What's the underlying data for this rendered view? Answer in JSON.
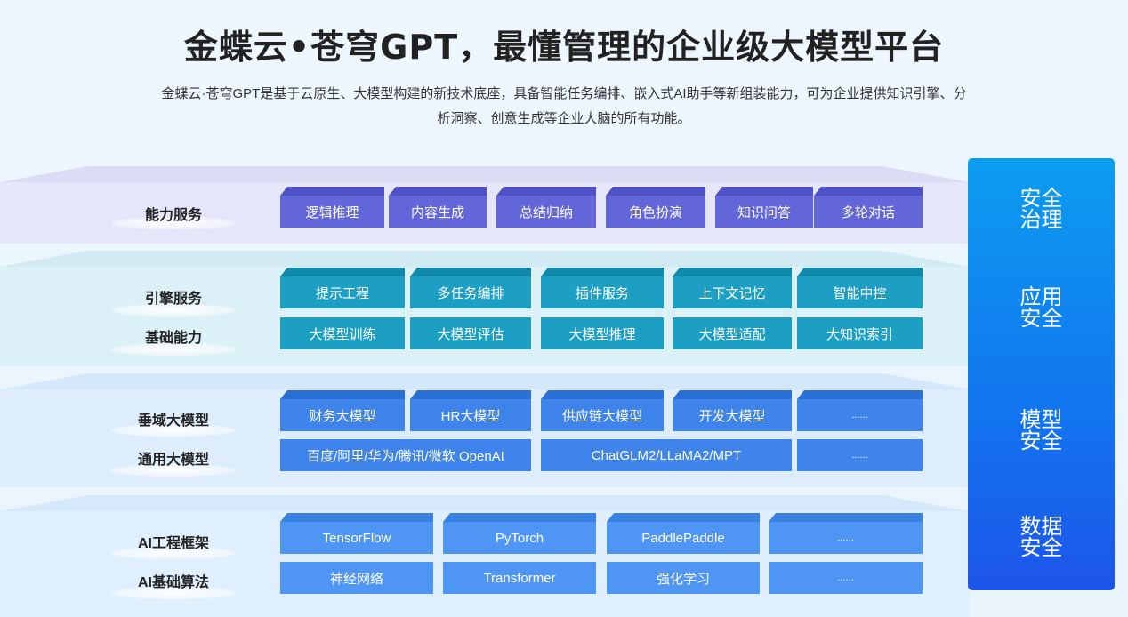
{
  "header": {
    "title": "金蝶云•苍穹GPT，最懂管理的企业级大模型平台",
    "subtitle_line1": "金蝶云·苍穹GPT是基于云原生、大模型构建的新技术底座，具备智能任务编排、嵌入式AI助手等新组装能力，可为企业提供知识引擎、分",
    "subtitle_line2": "析洞察、创意生成等企业大脑的所有功能。"
  },
  "layers": {
    "ability": {
      "label": "能力服务",
      "boxes": [
        "逻辑推理",
        "内容生成",
        "总结归纳",
        "角色扮演",
        "知识问答",
        "多轮对话"
      ]
    },
    "engine": {
      "label": "引擎服务",
      "boxes": [
        "提示工程",
        "多任务编排",
        "插件服务",
        "上下文记忆",
        "智能中控"
      ]
    },
    "base": {
      "label": "基础能力",
      "boxes": [
        "大模型训练",
        "大模型评估",
        "大模型推理",
        "大模型适配",
        "大知识索引"
      ]
    },
    "vertical": {
      "label": "垂域大模型",
      "boxes": [
        "财务大模型",
        "HR大模型",
        "供应链大模型",
        "开发大模型",
        "......"
      ]
    },
    "general": {
      "label": "通用大模型",
      "boxes": [
        "百度/阿里/华为/腾讯/微软 OpenAI",
        "ChatGLM2/LLaMA2/MPT",
        "......"
      ]
    },
    "framework": {
      "label": "AI工程框架",
      "boxes": [
        "TensorFlow",
        "PyTorch",
        "PaddlePaddle",
        "......"
      ]
    },
    "algorithm": {
      "label": "AI基础算法",
      "boxes": [
        "神经网络",
        "Transformer",
        "强化学习",
        "......"
      ]
    }
  },
  "security": {
    "items": [
      [
        "安全",
        "治理"
      ],
      [
        "应用",
        "安全"
      ],
      [
        "模型",
        "安全"
      ],
      [
        "数据",
        "安全"
      ]
    ]
  },
  "colors": {
    "purple": "#6366d9",
    "teal": "#1d9ec3",
    "blue": "#3f84ea",
    "light_blue": "#4f96f4",
    "side_top": "#0c9df0",
    "side_bottom": "#1d55ea"
  }
}
